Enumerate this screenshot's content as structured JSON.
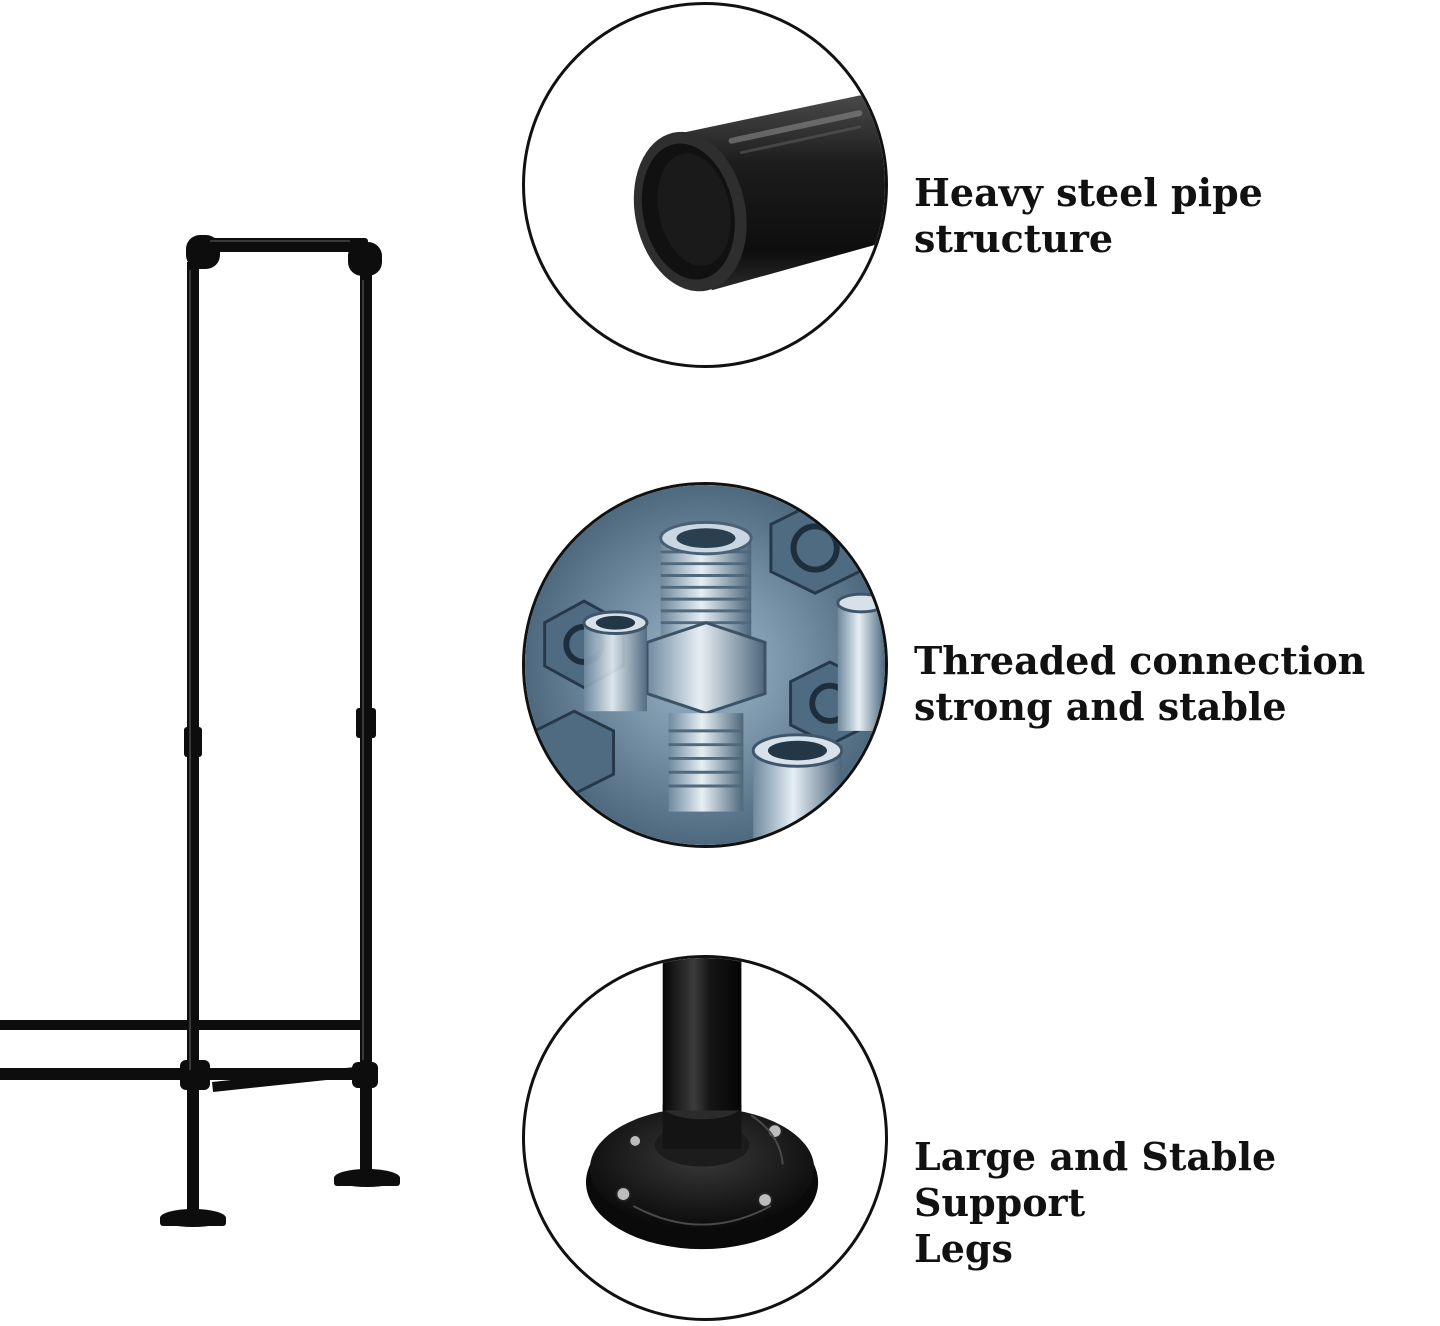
{
  "features": [
    {
      "label": "Heavy steel pipe structure",
      "icon": "steel-pipe-icon"
    },
    {
      "label": "Threaded connection\nstrong and stable",
      "icon": "threaded-fittings-icon"
    },
    {
      "label": "Large and Stable Support\nLegs",
      "icon": "floor-flange-icon"
    }
  ],
  "colors": {
    "pipe": "#0d0d0d",
    "background": "#ffffff",
    "fittings_blue": "#5c7a92"
  }
}
